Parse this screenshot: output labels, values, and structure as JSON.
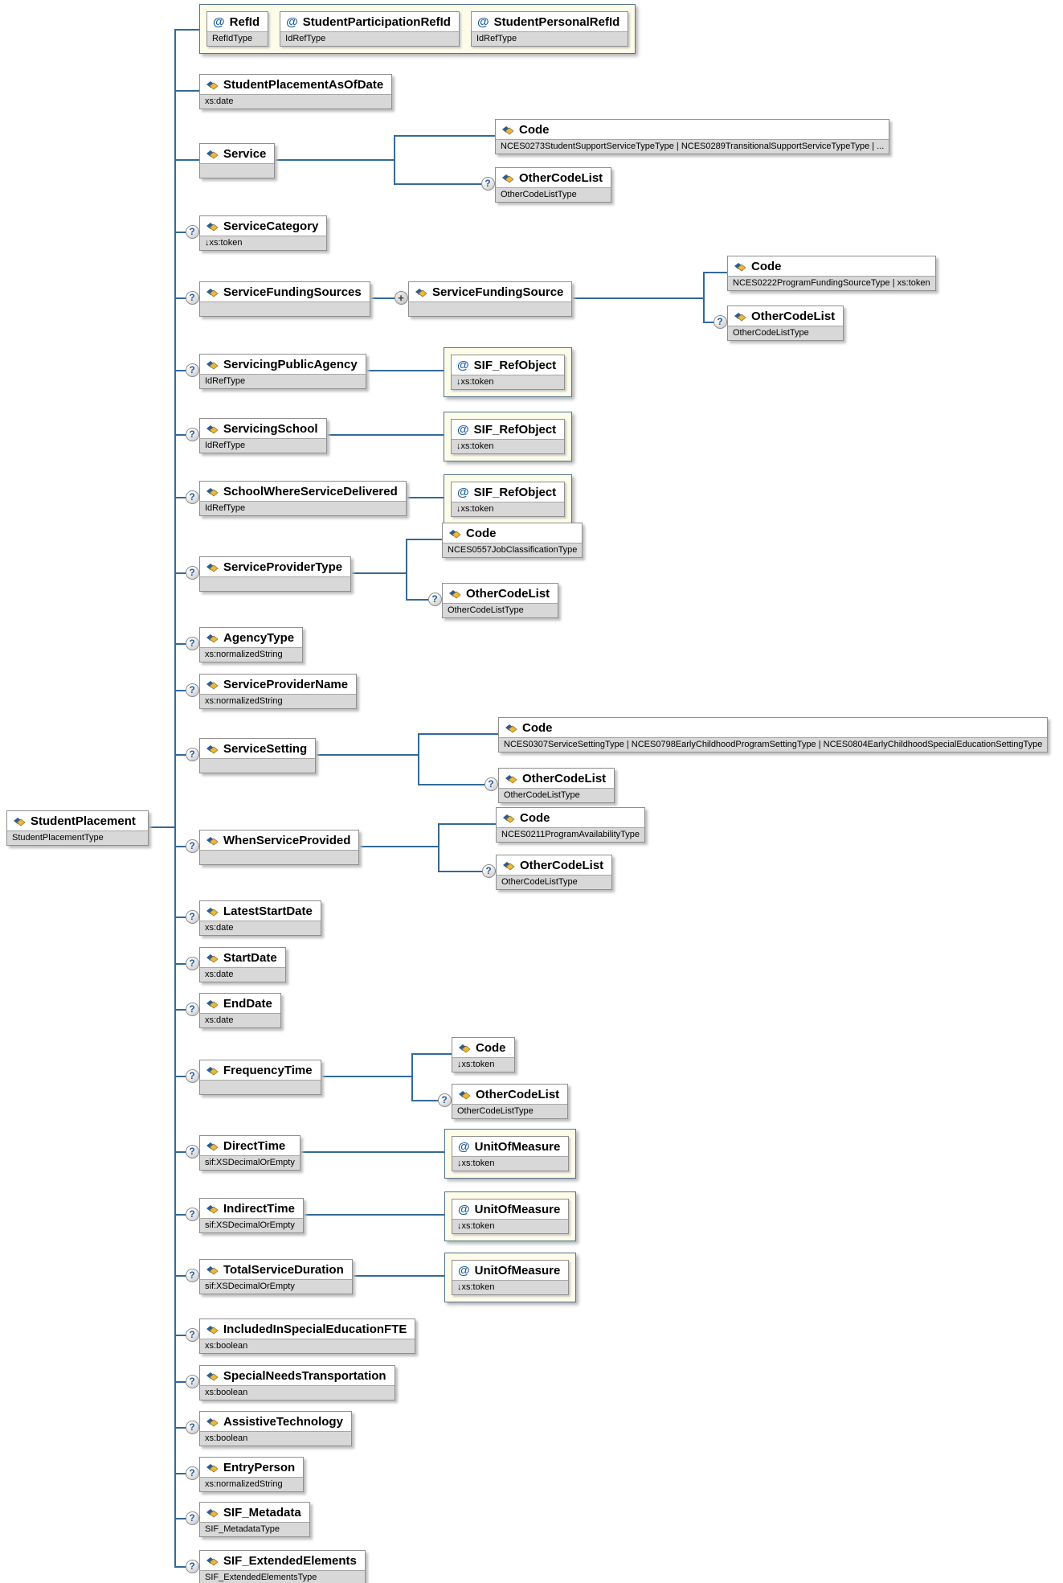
{
  "icons": {
    "optional_indicator": "?",
    "repeat_indicator": "+",
    "attribute_marker": "@",
    "element_icon": "yellow-blue-diamond"
  },
  "colors": {
    "connector": "#336a98",
    "box_border": "#8f8f8f",
    "type_bar_bg": "#d8d8d8",
    "attr_container_bg": "#fdfce8",
    "attr_container_border": "#54758f",
    "element_icon_yellow": "#f0b63a",
    "element_icon_blue": "#2d5d8e",
    "attribute_marker_color": "#1f5c99"
  },
  "diagram": {
    "root": {
      "id": "StudentPlacement",
      "label": "StudentPlacement",
      "type": "StudentPlacementType",
      "kind": "element",
      "occurrence": "required"
    },
    "top_attributes": {
      "items": [
        {
          "id": "RefId",
          "label": "RefId",
          "type": "RefIdType",
          "kind": "attribute"
        },
        {
          "id": "StudentParticipationRefId",
          "label": "StudentParticipationRefId",
          "type": "IdRefType",
          "kind": "attribute"
        },
        {
          "id": "StudentPersonalRefId",
          "label": "StudentPersonalRefId",
          "type": "IdRefType",
          "kind": "attribute"
        }
      ]
    },
    "children": [
      {
        "id": "StudentPlacementAsOfDate",
        "label": "StudentPlacementAsOfDate",
        "type": "xs:date",
        "kind": "element",
        "occurrence": "required"
      },
      {
        "id": "Service",
        "label": "Service",
        "type": "",
        "kind": "element",
        "occurrence": "required",
        "children": [
          {
            "id": "Service.Code",
            "label": "Code",
            "type": "NCES0273StudentSupportServiceTypeType | NCES0289TransitionalSupportServiceTypeType | ...",
            "kind": "element",
            "occurrence": "required"
          },
          {
            "id": "Service.OtherCodeList",
            "label": "OtherCodeList",
            "type": "OtherCodeListType",
            "kind": "element",
            "occurrence": "optional"
          }
        ]
      },
      {
        "id": "ServiceCategory",
        "label": "ServiceCategory",
        "type": "↓xs:token",
        "kind": "element",
        "occurrence": "optional"
      },
      {
        "id": "ServiceFundingSources",
        "label": "ServiceFundingSources",
        "type": "",
        "kind": "element",
        "occurrence": "optional",
        "children": [
          {
            "id": "ServiceFundingSource",
            "label": "ServiceFundingSource",
            "type": "",
            "kind": "element",
            "occurrence": "repeating",
            "children": [
              {
                "id": "ServiceFundingSource.Code",
                "label": "Code",
                "type": "NCES0222ProgramFundingSourceType | xs:token",
                "kind": "element",
                "occurrence": "required"
              },
              {
                "id": "ServiceFundingSource.OtherCodeList",
                "label": "OtherCodeList",
                "type": "OtherCodeListType",
                "kind": "element",
                "occurrence": "optional"
              }
            ]
          }
        ]
      },
      {
        "id": "ServicingPublicAgency",
        "label": "ServicingPublicAgency",
        "type": "IdRefType",
        "kind": "element",
        "occurrence": "optional",
        "attributes": [
          {
            "id": "ServicingPublicAgency.SIF_RefObject",
            "label": "SIF_RefObject",
            "type": "↓xs:token",
            "kind": "attribute"
          }
        ]
      },
      {
        "id": "ServicingSchool",
        "label": "ServicingSchool",
        "type": "IdRefType",
        "kind": "element",
        "occurrence": "optional",
        "attributes": [
          {
            "id": "ServicingSchool.SIF_RefObject",
            "label": "SIF_RefObject",
            "type": "↓xs:token",
            "kind": "attribute"
          }
        ]
      },
      {
        "id": "SchoolWhereServiceDelivered",
        "label": "SchoolWhereServiceDelivered",
        "type": "IdRefType",
        "kind": "element",
        "occurrence": "optional",
        "attributes": [
          {
            "id": "SchoolWhereServiceDelivered.SIF_RefObject",
            "label": "SIF_RefObject",
            "type": "↓xs:token",
            "kind": "attribute"
          }
        ]
      },
      {
        "id": "ServiceProviderType",
        "label": "ServiceProviderType",
        "type": "",
        "kind": "element",
        "occurrence": "optional",
        "children": [
          {
            "id": "ServiceProviderType.Code",
            "label": "Code",
            "type": "NCES0557JobClassificationType",
            "kind": "element",
            "occurrence": "required"
          },
          {
            "id": "ServiceProviderType.OtherCodeList",
            "label": "OtherCodeList",
            "type": "OtherCodeListType",
            "kind": "element",
            "occurrence": "optional"
          }
        ]
      },
      {
        "id": "AgencyType",
        "label": "AgencyType",
        "type": "xs:normalizedString",
        "kind": "element",
        "occurrence": "optional"
      },
      {
        "id": "ServiceProviderName",
        "label": "ServiceProviderName",
        "type": "xs:normalizedString",
        "kind": "element",
        "occurrence": "optional"
      },
      {
        "id": "ServiceSetting",
        "label": "ServiceSetting",
        "type": "",
        "kind": "element",
        "occurrence": "optional",
        "children": [
          {
            "id": "ServiceSetting.Code",
            "label": "Code",
            "type": "NCES0307ServiceSettingType | NCES0798EarlyChildhoodProgramSettingType | NCES0804EarlyChildhoodSpecialEducationSettingType",
            "kind": "element",
            "occurrence": "required"
          },
          {
            "id": "ServiceSetting.OtherCodeList",
            "label": "OtherCodeList",
            "type": "OtherCodeListType",
            "kind": "element",
            "occurrence": "optional"
          }
        ]
      },
      {
        "id": "WhenServiceProvided",
        "label": "WhenServiceProvided",
        "type": "",
        "kind": "element",
        "occurrence": "optional",
        "children": [
          {
            "id": "WhenServiceProvided.Code",
            "label": "Code",
            "type": "NCES0211ProgramAvailabilityType",
            "kind": "element",
            "occurrence": "required"
          },
          {
            "id": "WhenServiceProvided.OtherCodeList",
            "label": "OtherCodeList",
            "type": "OtherCodeListType",
            "kind": "element",
            "occurrence": "optional"
          }
        ]
      },
      {
        "id": "LatestStartDate",
        "label": "LatestStartDate",
        "type": "xs:date",
        "kind": "element",
        "occurrence": "optional"
      },
      {
        "id": "StartDate",
        "label": "StartDate",
        "type": "xs:date",
        "kind": "element",
        "occurrence": "optional"
      },
      {
        "id": "EndDate",
        "label": "EndDate",
        "type": "xs:date",
        "kind": "element",
        "occurrence": "optional"
      },
      {
        "id": "FrequencyTime",
        "label": "FrequencyTime",
        "type": "",
        "kind": "element",
        "occurrence": "optional",
        "children": [
          {
            "id": "FrequencyTime.Code",
            "label": "Code",
            "type": "↓xs:token",
            "kind": "element",
            "occurrence": "required"
          },
          {
            "id": "FrequencyTime.OtherCodeList",
            "label": "OtherCodeList",
            "type": "OtherCodeListType",
            "kind": "element",
            "occurrence": "optional"
          }
        ]
      },
      {
        "id": "DirectTime",
        "label": "DirectTime",
        "type": "sif:XSDecimalOrEmpty",
        "kind": "element",
        "occurrence": "optional",
        "attributes": [
          {
            "id": "DirectTime.UnitOfMeasure",
            "label": "UnitOfMeasure",
            "type": "↓xs:token",
            "kind": "attribute"
          }
        ]
      },
      {
        "id": "IndirectTime",
        "label": "IndirectTime",
        "type": "sif:XSDecimalOrEmpty",
        "kind": "element",
        "occurrence": "optional",
        "attributes": [
          {
            "id": "IndirectTime.UnitOfMeasure",
            "label": "UnitOfMeasure",
            "type": "↓xs:token",
            "kind": "attribute"
          }
        ]
      },
      {
        "id": "TotalServiceDuration",
        "label": "TotalServiceDuration",
        "type": "sif:XSDecimalOrEmpty",
        "kind": "element",
        "occurrence": "optional",
        "attributes": [
          {
            "id": "TotalServiceDuration.UnitOfMeasure",
            "label": "UnitOfMeasure",
            "type": "↓xs:token",
            "kind": "attribute"
          }
        ]
      },
      {
        "id": "IncludedInSpecialEducationFTE",
        "label": "IncludedInSpecialEducationFTE",
        "type": "xs:boolean",
        "kind": "element",
        "occurrence": "optional"
      },
      {
        "id": "SpecialNeedsTransportation",
        "label": "SpecialNeedsTransportation",
        "type": "xs:boolean",
        "kind": "element",
        "occurrence": "optional"
      },
      {
        "id": "AssistiveTechnology",
        "label": "AssistiveTechnology",
        "type": "xs:boolean",
        "kind": "element",
        "occurrence": "optional"
      },
      {
        "id": "EntryPerson",
        "label": "EntryPerson",
        "type": "xs:normalizedString",
        "kind": "element",
        "occurrence": "optional"
      },
      {
        "id": "SIF_Metadata",
        "label": "SIF_Metadata",
        "type": "SIF_MetadataType",
        "kind": "element",
        "occurrence": "optional"
      },
      {
        "id": "SIF_ExtendedElements",
        "label": "SIF_ExtendedElements",
        "type": "SIF_ExtendedElementsType",
        "kind": "element",
        "occurrence": "optional"
      }
    ]
  }
}
